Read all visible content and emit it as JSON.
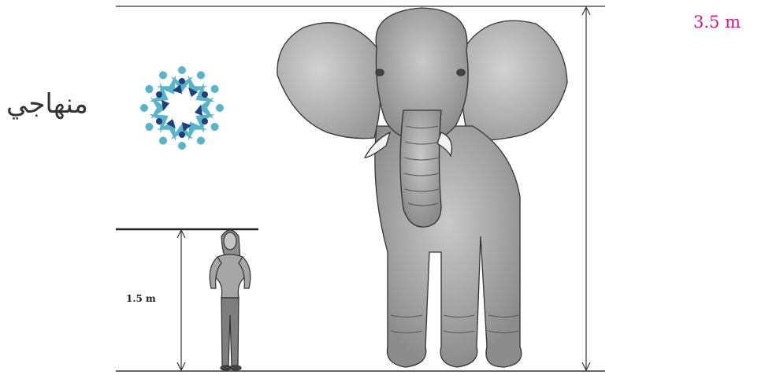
{
  "brand": {
    "name": "منهاجي",
    "logo_colors": {
      "dark": "#1f3e7a",
      "light": "#58b5c9"
    }
  },
  "measurements": {
    "elephant_height": "3.5 m",
    "person_height": "1.5 m"
  },
  "colors": {
    "accent": "#e0147a",
    "line": "#333333",
    "figure_fill": "#9a9a9a"
  }
}
